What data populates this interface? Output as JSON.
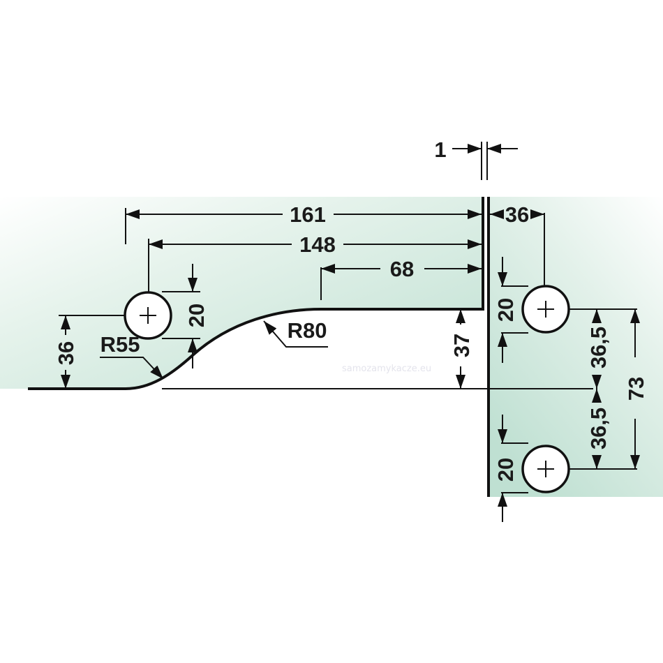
{
  "drawing": {
    "watermark": "samozamykacze.eu",
    "colors": {
      "line": "#111111",
      "glass_tint": "#bfe0d2",
      "background": "#ffffff"
    },
    "dimensions": {
      "gap": "1",
      "overall_length": "161",
      "hole_to_edge": "148",
      "flat_length": "68",
      "right_hole_offset": "36",
      "left_hole_diameter": "20",
      "left_hole_height": "36",
      "radius_small": "R55",
      "radius_large": "R80",
      "step_height": "37",
      "right_hole_top_diameter": "20",
      "right_hole_bottom_diameter": "20",
      "upper_half_spacing": "36,5",
      "lower_half_spacing": "36,5",
      "hole_spacing": "73"
    }
  }
}
